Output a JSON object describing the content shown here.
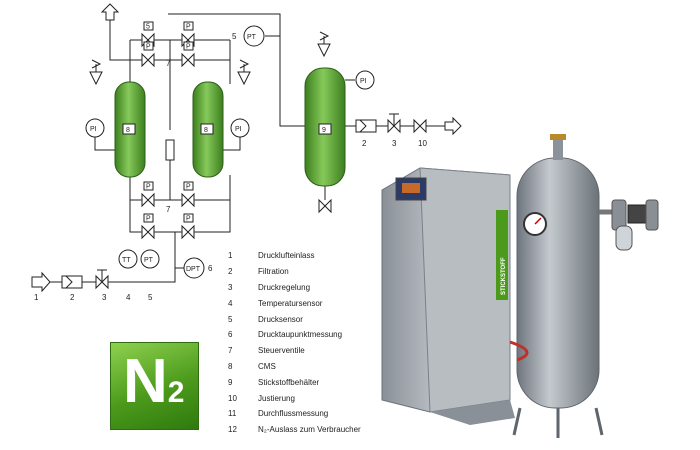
{
  "labels": {
    "n1": "1",
    "n2": "2",
    "n3": "3",
    "n4": "4",
    "n5": "5",
    "n6": "6",
    "n7": "7",
    "n8": "8",
    "n9": "9",
    "n10": "10",
    "pi": "PI",
    "pt": "PT",
    "tt": "TT",
    "dpt": "DPT"
  },
  "legend": [
    {
      "num": "1",
      "text": "Drucklufteinlass"
    },
    {
      "num": "2",
      "text": "Filtration"
    },
    {
      "num": "3",
      "text": "Druckregelung"
    },
    {
      "num": "4",
      "text": "Temperatursensor"
    },
    {
      "num": "5",
      "text": "Drucksensor"
    },
    {
      "num": "6",
      "text": "Drucktaupunktmessung"
    },
    {
      "num": "7",
      "text": "Steuerventile"
    },
    {
      "num": "8",
      "text": "CMS"
    },
    {
      "num": "9",
      "text": "Stickstoffbehälter"
    },
    {
      "num": "10",
      "text": "Justierung"
    },
    {
      "num": "11",
      "text": "Durchflussmessung"
    },
    {
      "num": "12",
      "text": "N₂-Auslass zum Verbraucher"
    }
  ],
  "logo": {
    "n": "N",
    "sub": "2"
  },
  "brand_text": "STICKSTOFF",
  "colors": {
    "vessel": "#5faa3a",
    "vessel_dark": "#3c7f1f",
    "tank": "#9aa0a6",
    "cabinet": "#a7adb3"
  }
}
